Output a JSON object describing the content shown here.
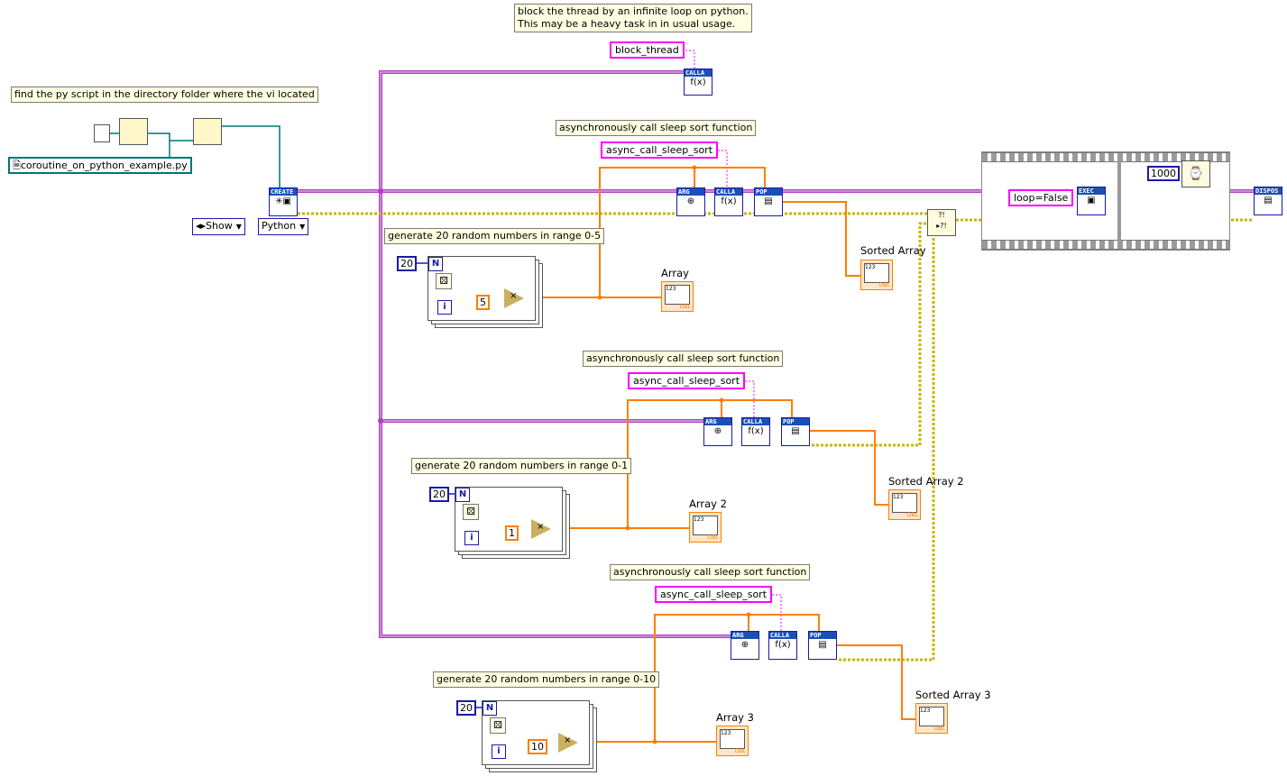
{
  "comments": {
    "find_script": "find the py script in the directory folder where the vi located",
    "block_thread": "block the thread by an infinite loop on python.\nThis may be a heavy task in in usual usage.",
    "async_call_1": "asynchronously call sleep sort function",
    "async_call_2": "asynchronously call sleep sort function",
    "async_call_3": "asynchronously call sleep sort function",
    "gen_1": "generate 20 random numbers in range 0-5",
    "gen_2": "generate 20 random numbers in range 0-1",
    "gen_3": "generate 20 random numbers in range 0-10"
  },
  "constants": {
    "script_path": "coroutine_on_python_example.py",
    "show_ring": "Show",
    "python_ring": "Python",
    "block_thread": "block_thread",
    "async_fn_1": "async_call_sleep_sort",
    "async_fn_2": "async_call_sleep_sort",
    "async_fn_3": "async_call_sleep_sort",
    "loop_false": "loop=False",
    "wait_ms": "1000",
    "count_1": "20",
    "count_2": "20",
    "count_3": "20",
    "mult_1": "5",
    "mult_2": "1",
    "mult_3": "10"
  },
  "indicators": {
    "array": "Array",
    "array2": "Array 2",
    "array3": "Array 3",
    "sorted": "Sorted Array",
    "sorted2": "Sorted Array 2",
    "sorted3": "Sorted Array 3"
  },
  "nodes": {
    "create": "CREATE",
    "calla": "CALLA",
    "arg": "ARG",
    "pop": "POP",
    "exec": "EXEC",
    "dispose": "DISPOS",
    "fx": "f(x)",
    "loop_n": "N",
    "loop_i": "i",
    "ind_type": "DBL",
    "ind_value": "123"
  },
  "colors": {
    "refnum_wire": "#b040c0",
    "error_wire": "#c8b400",
    "string_wire": "#ff00ff",
    "numeric_wire": "#ff7f00",
    "path_wire": "#007575"
  }
}
